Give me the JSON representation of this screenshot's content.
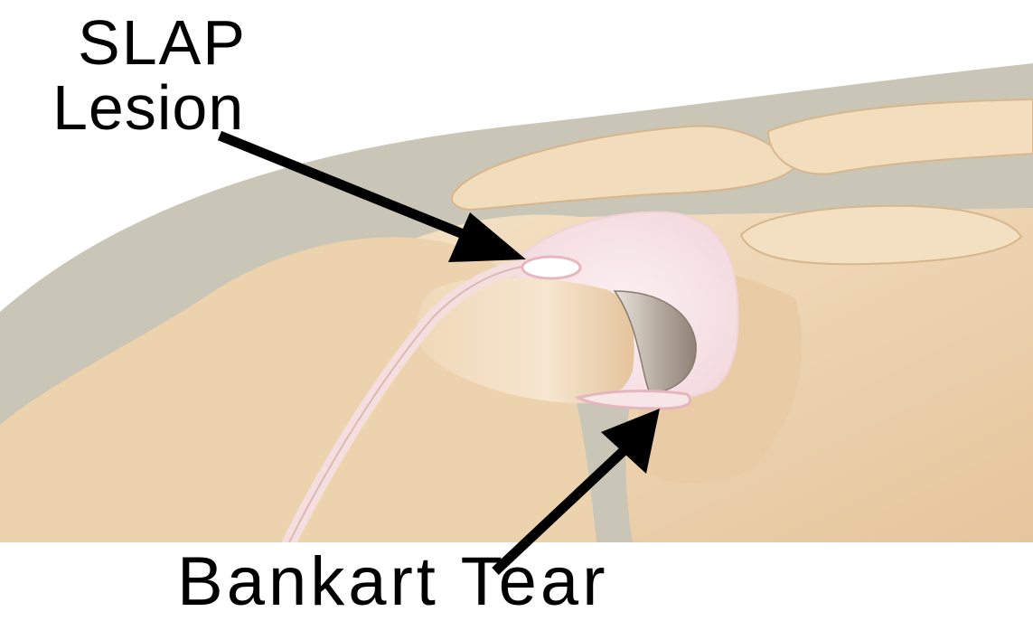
{
  "figure": {
    "slap_label_line1": "SLAP",
    "slap_label_line2": "Lesion",
    "bankart_label": "Bankart Tear"
  },
  "colors": {
    "background_shadow": "#c9c6b8",
    "bone_light": "#f2dfc1",
    "bone_mid": "#e8cba3",
    "bone_shade": "#d6b48c",
    "labrum_pink": "#f6e3e6",
    "cartilage_gray": "#a89a8a",
    "arrow": "#000000"
  }
}
